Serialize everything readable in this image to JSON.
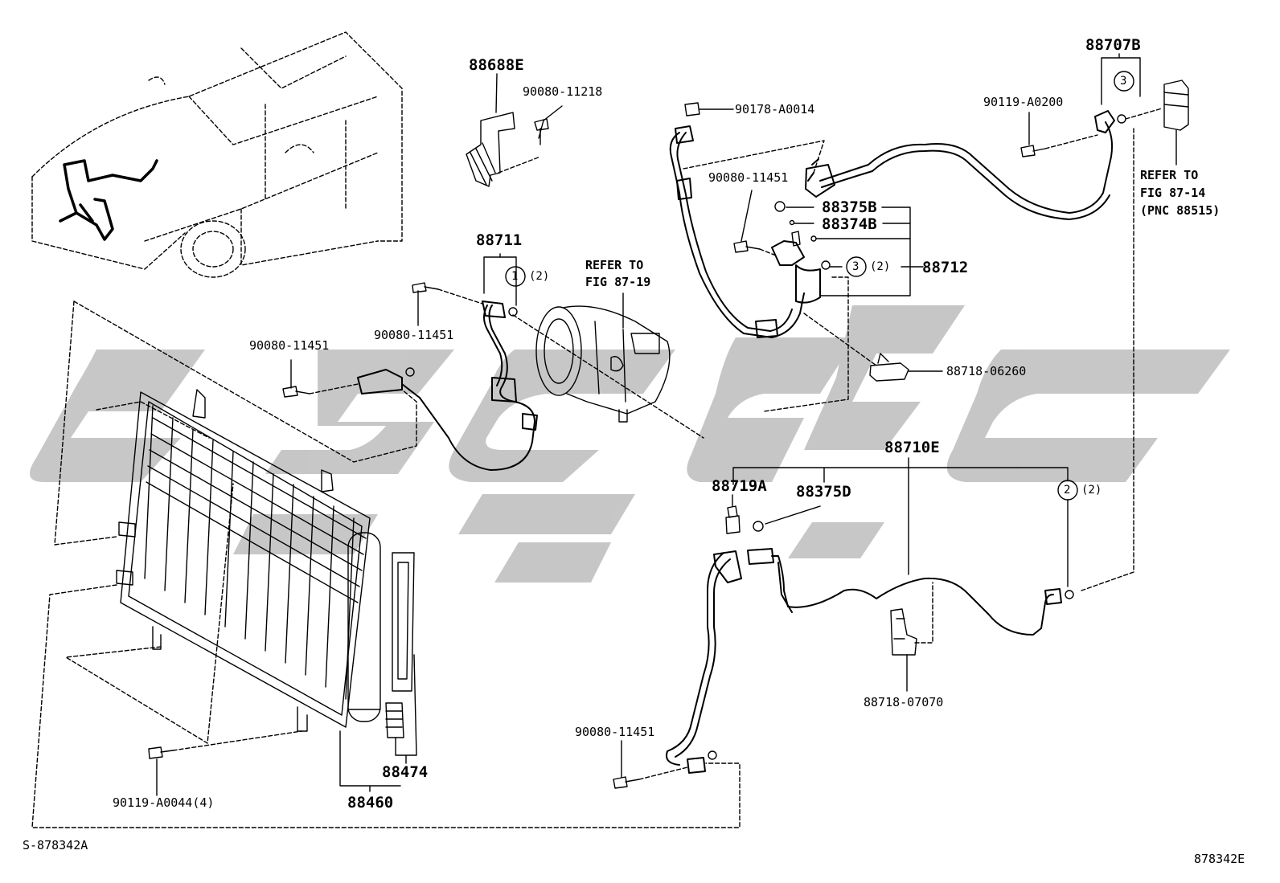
{
  "diagram": {
    "part_numbers": {
      "bracket": "88688E",
      "bolt_11218": "90080-11218",
      "nut_a0014": "90178-A0014",
      "bolt_a0200": "90119-A0200",
      "tube_88707b": "88707B",
      "bolt_11451_top": "90080-11451",
      "cap_88375b": "88375B",
      "core_88374b": "88374B",
      "hose_88712": "88712",
      "hose_88711": "88711",
      "bolt_11451_mid": "90080-11451",
      "bolt_11451_left": "90080-11451",
      "clamp_06260": "88718-06260",
      "tube_88710e": "88710E",
      "switch_88719a": "88719A",
      "cap_88375d": "88375D",
      "clamp_07070": "88718-07070",
      "bolt_11451_bottom": "90080-11451",
      "bolt_a0044": "90119-A0044(4)",
      "filter_88474": "88474",
      "condenser_88460": "88460"
    },
    "references": {
      "ref1_line1": "REFER TO",
      "ref1_line2": "FIG 87-19",
      "ref2_line1": "REFER TO",
      "ref2_line2": "FIG 87-14",
      "ref2_line3": "(PNC 88515)"
    },
    "callouts": {
      "c1": "1",
      "c1_qty": "(2)",
      "c2": "2",
      "c2_qty": "(2)",
      "c3_top": "3",
      "c3_mid": "3",
      "c3_qty": "(2)"
    },
    "footer": {
      "left_code": "S-878342A",
      "right_code": "878342E"
    },
    "colors": {
      "line": "#000000",
      "watermark": "#c4c4c4"
    }
  }
}
